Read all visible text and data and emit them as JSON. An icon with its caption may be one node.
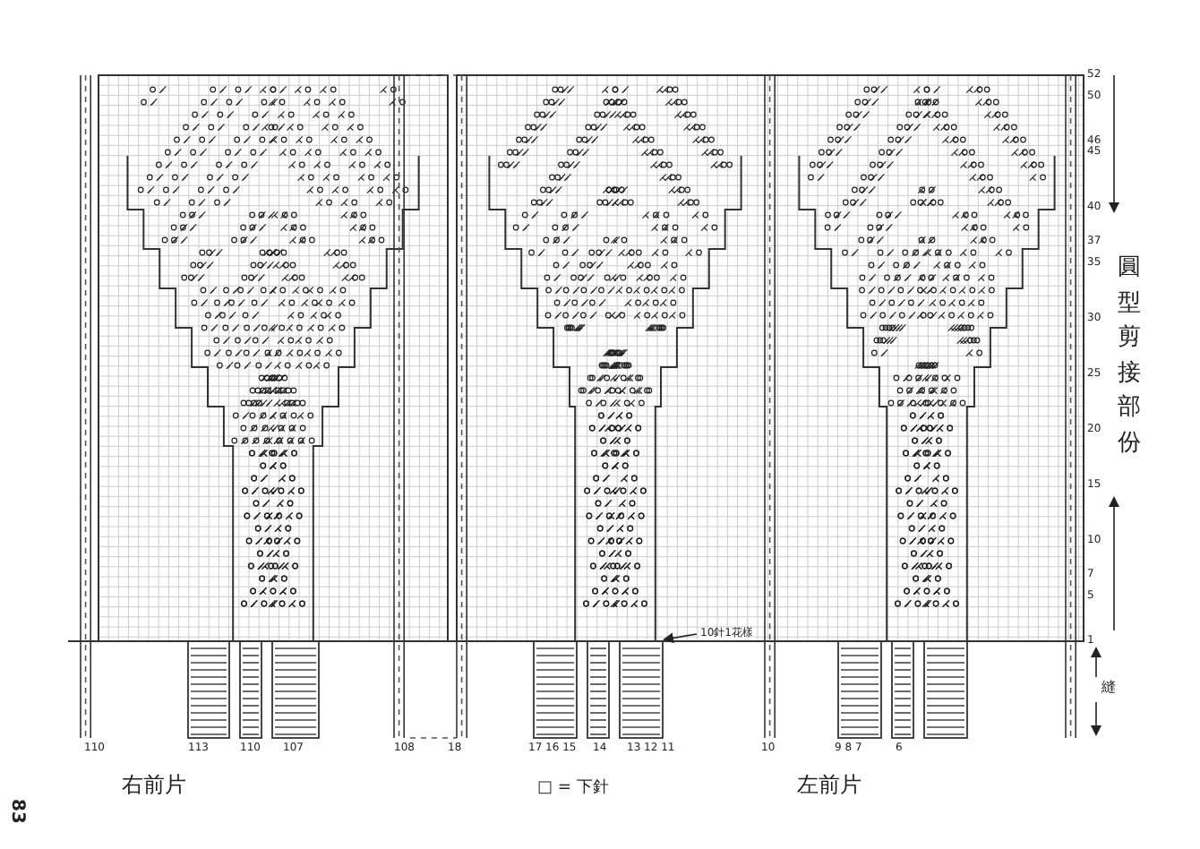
{
  "diagram": {
    "nodes": [
      {
        "text": [
          "10針1花樣"
        ]
      },
      {
        "text": [],
        "shape": "box"
      }
    ],
    "edges": [
      {
        "from": 0,
        "to": 1,
        "arrow": "to"
      }
    ],
    "labels": [
      "52",
      "50",
      "46",
      "45",
      "40",
      "37",
      "35",
      "30",
      "25",
      "20",
      "15",
      "10",
      "7",
      "5",
      "1",
      "圓型剪接部份",
      "縫",
      "110",
      "113",
      "110",
      "107",
      "108",
      "18",
      "17 16 15",
      "14",
      "13 12 11",
      "10",
      "9 8 7",
      "6",
      "右前片",
      "□ = 下針",
      "左前片",
      "83"
    ]
  }
}
